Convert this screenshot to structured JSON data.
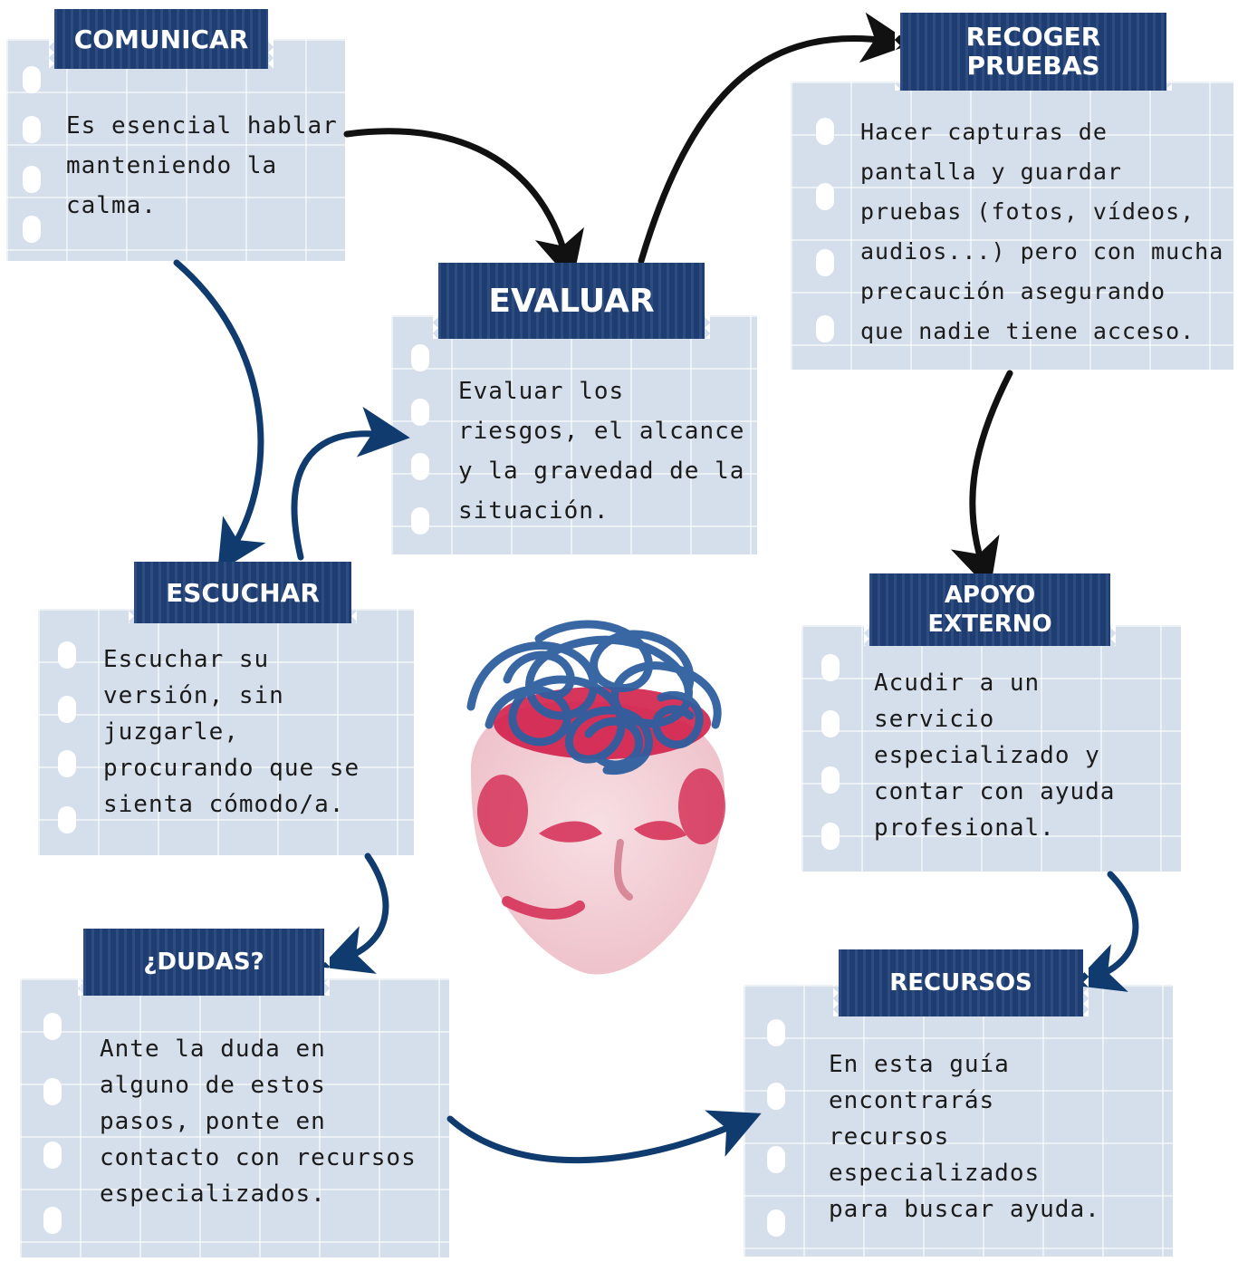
{
  "steps": {
    "comunicar": {
      "title": "COMUNICAR",
      "text": "Es esencial hablar\nmanteniendo la\ncalma."
    },
    "evaluar": {
      "title": "EVALUAR",
      "text": "Evaluar los\nriesgos, el alcance\ny la gravedad de la\nsituación."
    },
    "recoger": {
      "title": "RECOGER\nPRUEBAS",
      "text": "Hacer capturas  de\npantalla y guardar\npruebas (fotos, vídeos,\naudios...) pero con mucha\nprecaución asegurando\nque nadie tiene acceso."
    },
    "escuchar": {
      "title": "ESCUCHAR",
      "text": "Escuchar su\nversión, sin\njuzgarle,\nprocurando que se\nsienta cómodo/a."
    },
    "apoyo": {
      "title": "APOYO\nEXTERNO",
      "text": "Acudir a un\nservicio\nespecializado y\ncontar con ayuda\nprofesional."
    },
    "dudas": {
      "title": "¿DUDAS?",
      "text": "Ante la duda en\nalguno de estos\npasos, ponte en\ncontacto con recursos\nespecializados."
    },
    "recursos": {
      "title": "RECURSOS",
      "text": "En esta guía\nencontrarás\nrecursos\nespecializados\npara buscar ayuda."
    }
  },
  "colors": {
    "banner": "#1d3d73",
    "card": "#d5dfeb",
    "arrow_navy": "#0f3b6e",
    "arrow_black": "#111111",
    "scribble": "#2f5fa0",
    "face_red": "#d21f4a",
    "face_pink": "#f0c9d0"
  },
  "illustration": {
    "name": "head-with-tangled-scribble"
  }
}
